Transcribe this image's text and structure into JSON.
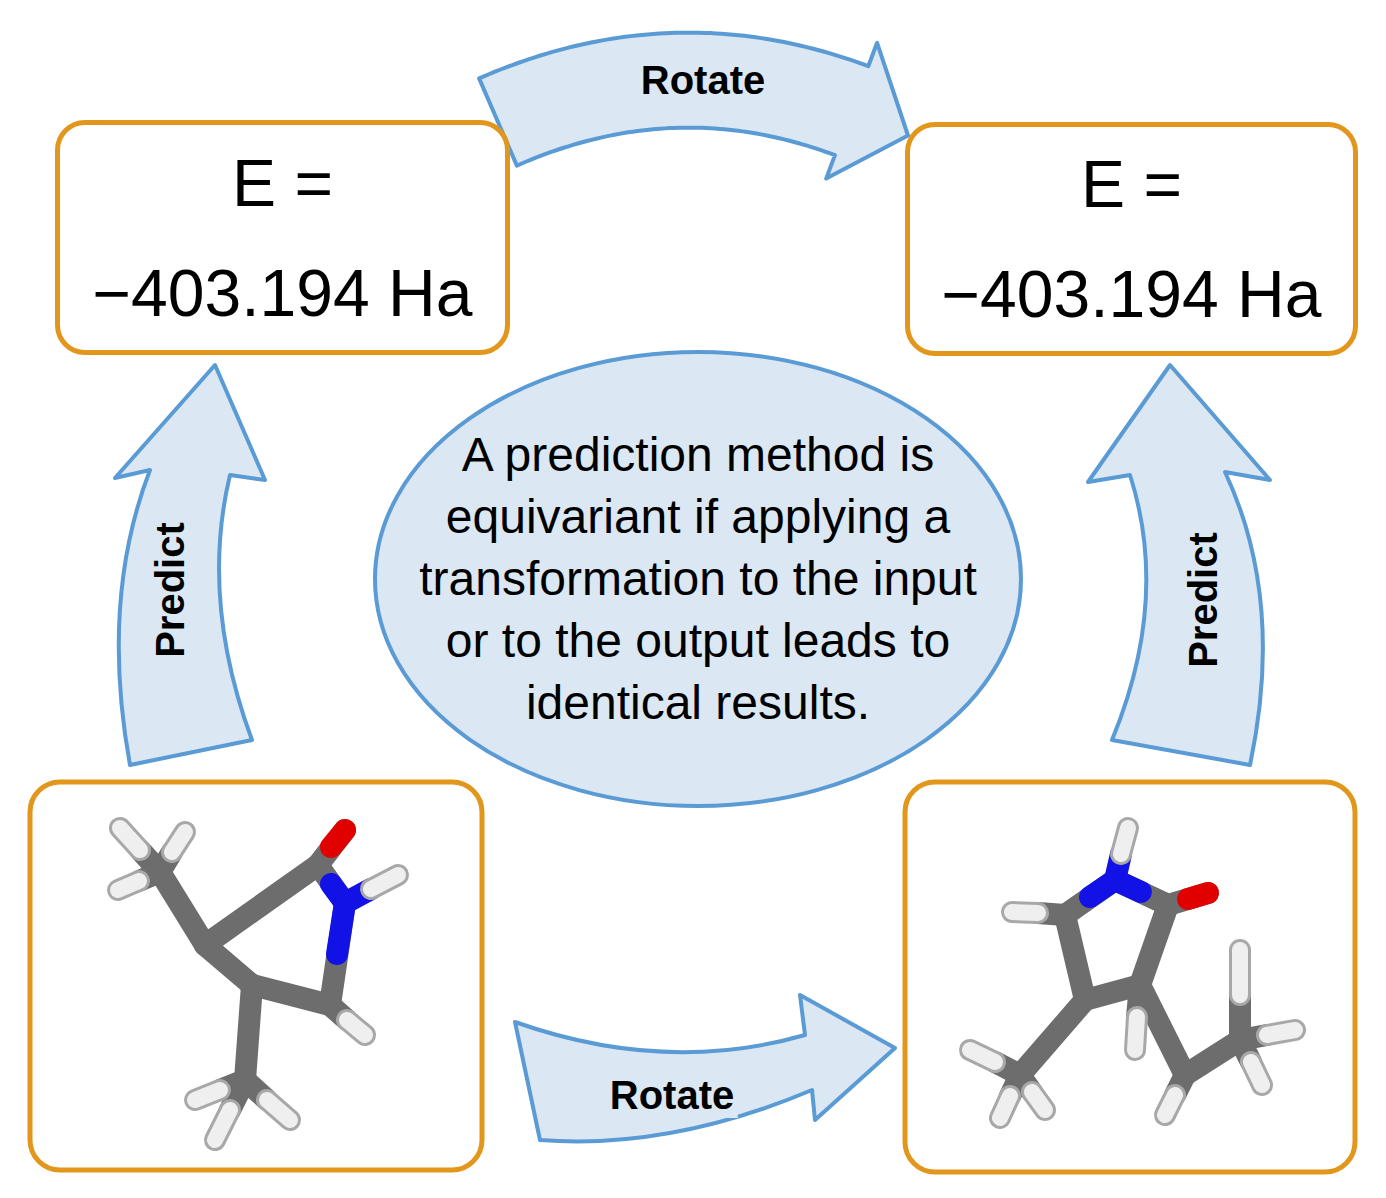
{
  "diagram": {
    "nodes": [
      {
        "text": [
          "E = −403.194 Ha"
        ]
      },
      {
        "text": [
          "E = −403.194 Ha"
        ]
      },
      {
        "text": [
          "A prediction method is equivariant if applying a transformation to the input or to the output leads to identical results."
        ]
      }
    ],
    "edges": [
      {
        "from": 0,
        "to": 1,
        "arrow": "to",
        "label": "Rotate"
      }
    ],
    "labels": [
      "Predict",
      "Predict",
      "Rotate"
    ]
  }
}
